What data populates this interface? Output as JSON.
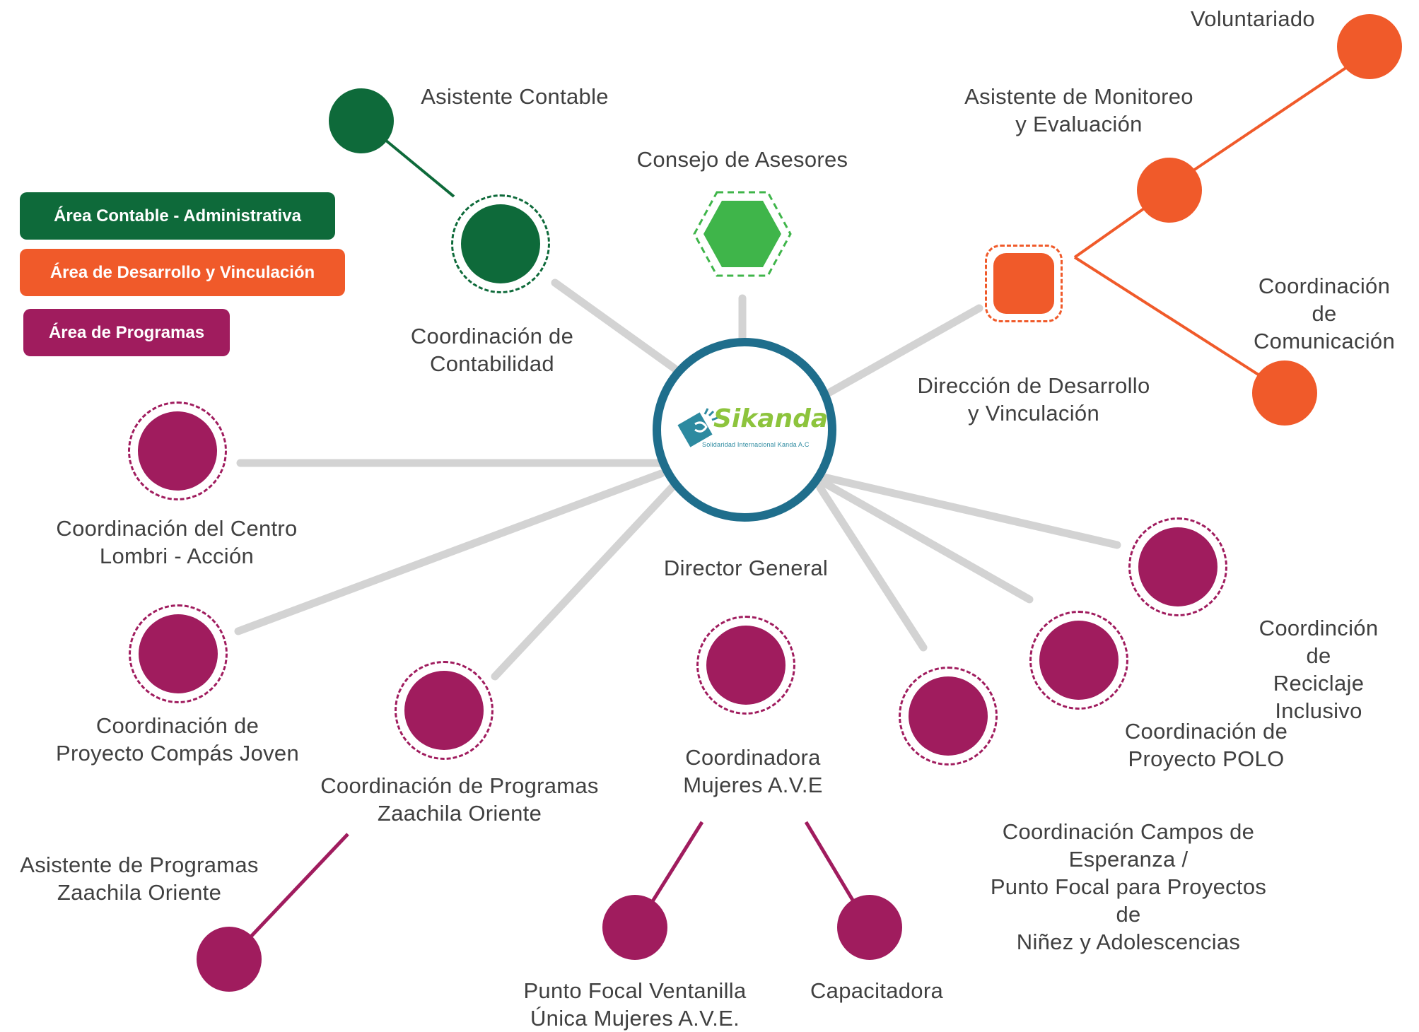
{
  "colors": {
    "green_dark": "#0e6a3a",
    "green_light": "#3fb54a",
    "orange": "#f05a2a",
    "magenta": "#a01c5e",
    "gray_line": "#d3d3d3",
    "center_ring": "#1f6e8c",
    "logo_teal": "#2d8aa0",
    "logo_green": "#8dc43d"
  },
  "legend": [
    {
      "label": "Área Contable - Administrativa",
      "color": "#0e6a3a"
    },
    {
      "label": "Área de Desarrollo y Vinculación",
      "color": "#f05a2a"
    },
    {
      "label": "Área de Programas",
      "color": "#a01c5e"
    }
  ],
  "center": {
    "logo_name": "Sikanda",
    "logo_subtitle": "Solidaridad Internacional Kanda A.C",
    "label": "Director General"
  },
  "nodes": {
    "asistente_contable": "Asistente Contable",
    "coord_contabilidad": "Coordinación de\nContabilidad",
    "consejo": "Consejo de Asesores",
    "voluntariado": "Voluntariado",
    "asistente_monitoreo": "Asistente de Monitoreo\ny Evaluación",
    "direccion_desarrollo": "Dirección de Desarrollo\ny Vinculación",
    "coord_comunicacion": "Coordinación de\nComunicación",
    "coord_lombri": "Coordinación del Centro\nLombri - Acción",
    "coord_compas": "Coordinación de\nProyecto Compás Joven",
    "coord_zaachila": "Coordinación de Programas\nZaachila Oriente",
    "asistente_zaachila": "Asistente de Programas\nZaachila Oriente",
    "coord_mujeres": "Coordinadora\nMujeres A.V.E",
    "punto_focal_ventanilla": "Punto Focal Ventanilla\nÚnica Mujeres A.V.E.",
    "capacitadora": "Capacitadora",
    "coord_campos": "Coordinación Campos de Esperanza /\nPunto Focal para Proyectos de\nNiñez y Adolescencias",
    "coord_polo": "Coordinación de\nProyecto POLO",
    "coord_reciclaje": "Coordinción de\nReciclaje Inclusivo"
  }
}
